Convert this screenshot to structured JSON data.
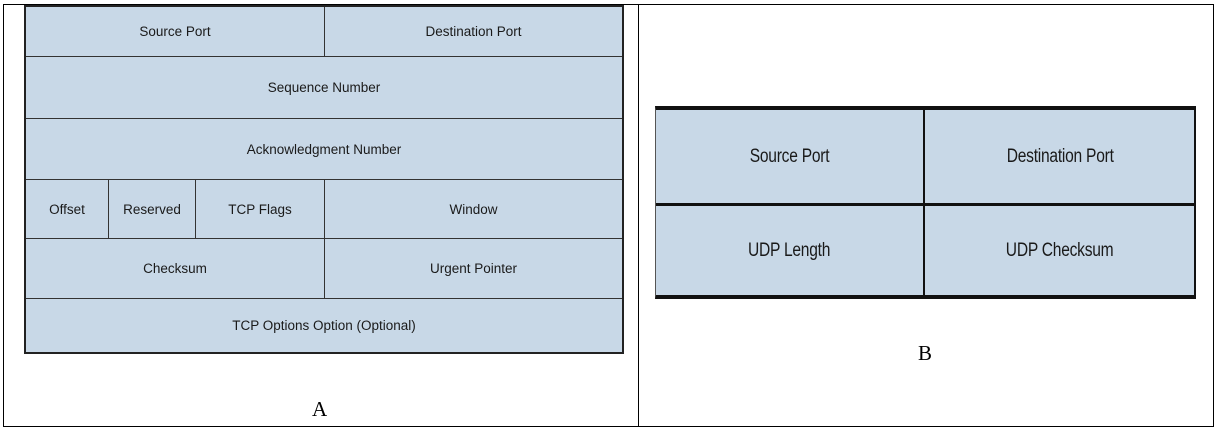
{
  "tcp_header": {
    "caption": "A",
    "fields": {
      "source_port": "Source Port",
      "destination_port": "Destination Port",
      "sequence_number": "Sequence Number",
      "acknowledgment_number": "Acknowledgment Number",
      "offset": "Offset",
      "reserved": "Reserved",
      "tcp_flags": "TCP Flags",
      "window": "Window",
      "checksum": "Checksum",
      "urgent_pointer": "Urgent Pointer",
      "options": "TCP Options Option (Optional)"
    }
  },
  "udp_header": {
    "caption": "B",
    "fields": {
      "source_port": "Source Port",
      "destination_port": "Destination Port",
      "udp_length": "UDP Length",
      "udp_checksum": "UDP Checksum"
    }
  },
  "colors": {
    "field_fill": "#c8d8e7",
    "border": "#222222"
  }
}
